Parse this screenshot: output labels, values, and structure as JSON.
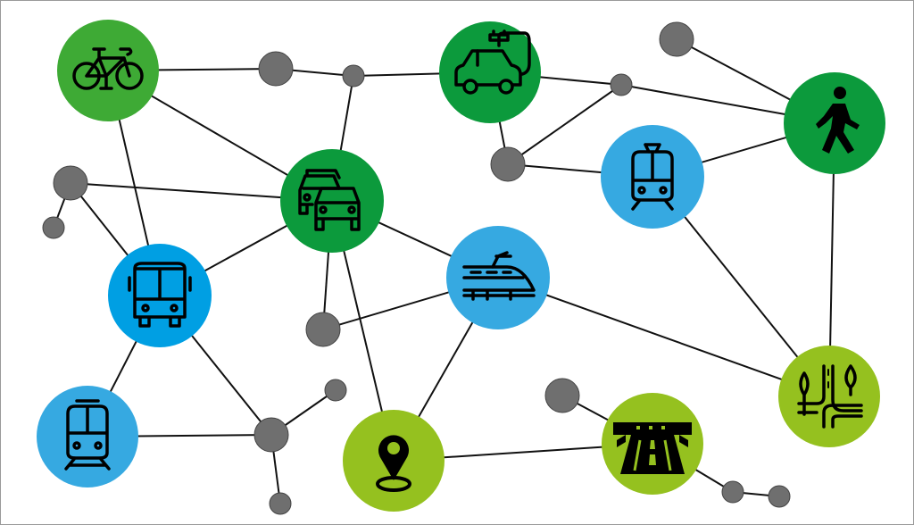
{
  "colors": {
    "green": "#3eaa35",
    "dark_green": "#0c9a3c",
    "blue": "#009fe3",
    "light_blue": "#36a9e1",
    "lime": "#95c11f",
    "hub_gray": "#6f6f6f",
    "edge": "#111111"
  },
  "nodes": [
    {
      "id": "bike",
      "icon": "bicycle-icon",
      "color": "green"
    },
    {
      "id": "ecar",
      "icon": "electric-car-icon",
      "color": "dark_green"
    },
    {
      "id": "walk",
      "icon": "pedestrian-icon",
      "color": "dark_green"
    },
    {
      "id": "cars",
      "icon": "car-traffic-icon",
      "color": "dark_green"
    },
    {
      "id": "tram",
      "icon": "tram-icon",
      "color": "light_blue"
    },
    {
      "id": "bus",
      "icon": "bus-icon",
      "color": "blue"
    },
    {
      "id": "hst",
      "icon": "high-speed-train-icon",
      "color": "light_blue"
    },
    {
      "id": "metro",
      "icon": "metro-icon",
      "color": "light_blue"
    },
    {
      "id": "pin",
      "icon": "location-pin-icon",
      "color": "lime"
    },
    {
      "id": "highway",
      "icon": "highway-icon",
      "color": "lime"
    },
    {
      "id": "paths",
      "icon": "green-paths-icon",
      "color": "lime"
    }
  ],
  "edges": [
    [
      "bike",
      "g1"
    ],
    [
      "g1",
      "g2"
    ],
    [
      "g2",
      "ecar"
    ],
    [
      "g2",
      "cars"
    ],
    [
      "bike",
      "cars"
    ],
    [
      "bike",
      "bus"
    ],
    [
      "ecar",
      "g4"
    ],
    [
      "ecar",
      "g5"
    ],
    [
      "g4",
      "walk"
    ],
    [
      "g4",
      "g5"
    ],
    [
      "g3",
      "walk"
    ],
    [
      "g5",
      "tram"
    ],
    [
      "tram",
      "walk"
    ],
    [
      "walk",
      "paths"
    ],
    [
      "tram",
      "paths"
    ],
    [
      "g6",
      "g7"
    ],
    [
      "g6",
      "cars"
    ],
    [
      "g6",
      "bus"
    ],
    [
      "cars",
      "bus"
    ],
    [
      "cars",
      "hst"
    ],
    [
      "cars",
      "g8"
    ],
    [
      "cars",
      "pin"
    ],
    [
      "g8",
      "hst"
    ],
    [
      "hst",
      "pin"
    ],
    [
      "hst",
      "paths"
    ],
    [
      "bus",
      "metro"
    ],
    [
      "bus",
      "g10"
    ],
    [
      "metro",
      "g10"
    ],
    [
      "g10",
      "g9"
    ],
    [
      "g10",
      "g11"
    ],
    [
      "pin",
      "highway"
    ],
    [
      "g12",
      "highway"
    ],
    [
      "highway",
      "g13"
    ],
    [
      "g13",
      "g14"
    ]
  ]
}
